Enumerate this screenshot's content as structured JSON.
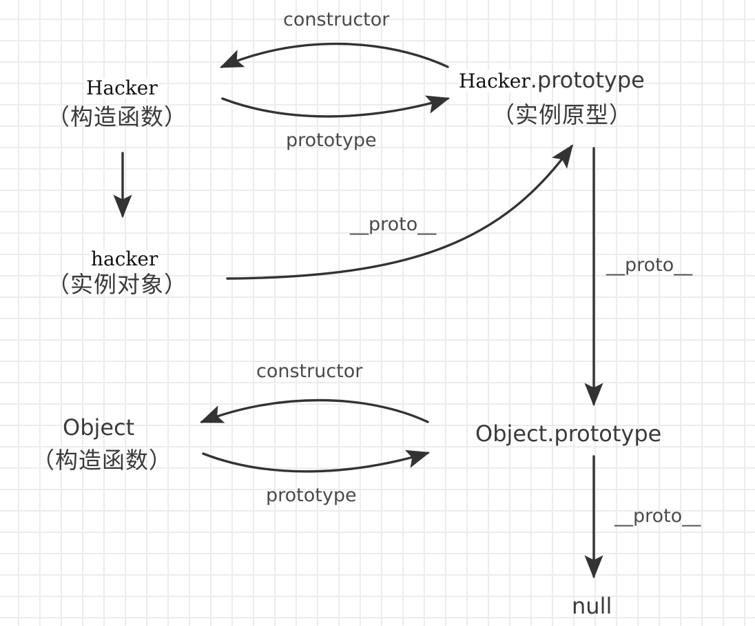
{
  "nodes": {
    "hacker_ctor": {
      "name": "Hacker",
      "desc": "（构造函数）"
    },
    "hacker_proto": {
      "name_a": "Hacker",
      "name_b": ".prototype",
      "desc": "（实例原型）"
    },
    "hacker_inst": {
      "name": "hacker",
      "desc": "（实例对象）"
    },
    "object_ctor": {
      "name": "Object",
      "desc": "（构造函数）"
    },
    "object_proto": {
      "name": "Object.prototype"
    },
    "null": {
      "name": "null"
    }
  },
  "edges": {
    "hacker_constructor": "constructor",
    "hacker_prototype": "prototype",
    "hacker_inst_proto": "__proto__",
    "hacker_proto_proto": "__proto__",
    "object_constructor": "constructor",
    "object_prototype": "prototype",
    "object_proto_proto": "__proto__"
  },
  "colors": {
    "arrow": "#333333",
    "grid": "#ececec",
    "text": "#3a3a3a"
  }
}
